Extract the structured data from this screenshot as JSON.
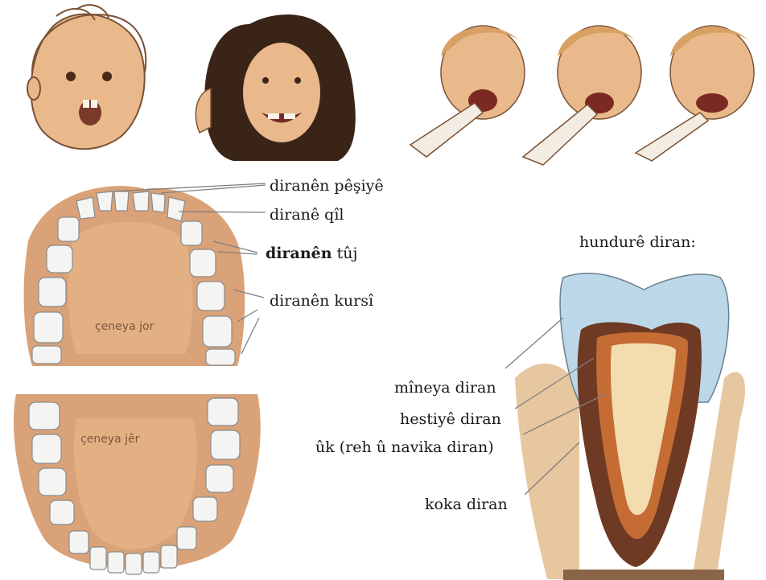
{
  "labels": {
    "front_teeth": "diranên pêşiyê",
    "canine": "diranê qîl",
    "premolars_bold": "diranên",
    "premolars_rest": "tûj",
    "molars": "diranên kursî",
    "tooth_interior_title": "hundurê diran:",
    "enamel": "mîneya diran",
    "dentin": "hestiyê diran",
    "pulp": "ûk (reh û navika diran)",
    "root": "koka diran",
    "upper_jaw": "çeneya jor",
    "lower_jaw": "çeneya jêr"
  },
  "colors": {
    "skin": "#e9b98c",
    "hair_dark": "#3a2418",
    "hair_light": "#d9a064",
    "gum": "#d9a278",
    "palate": "#e3b084",
    "tooth": "#f4f4f2",
    "enamel": "#bcd8e8",
    "dentin": "#6e3a24",
    "pulp_outer": "#c56c35",
    "pulp_inner": "#f3dcae",
    "bone": "#e7c7a0"
  },
  "icons": [
    "baby-face-icon",
    "girl-face-icon",
    "boy-brushing-icon"
  ]
}
